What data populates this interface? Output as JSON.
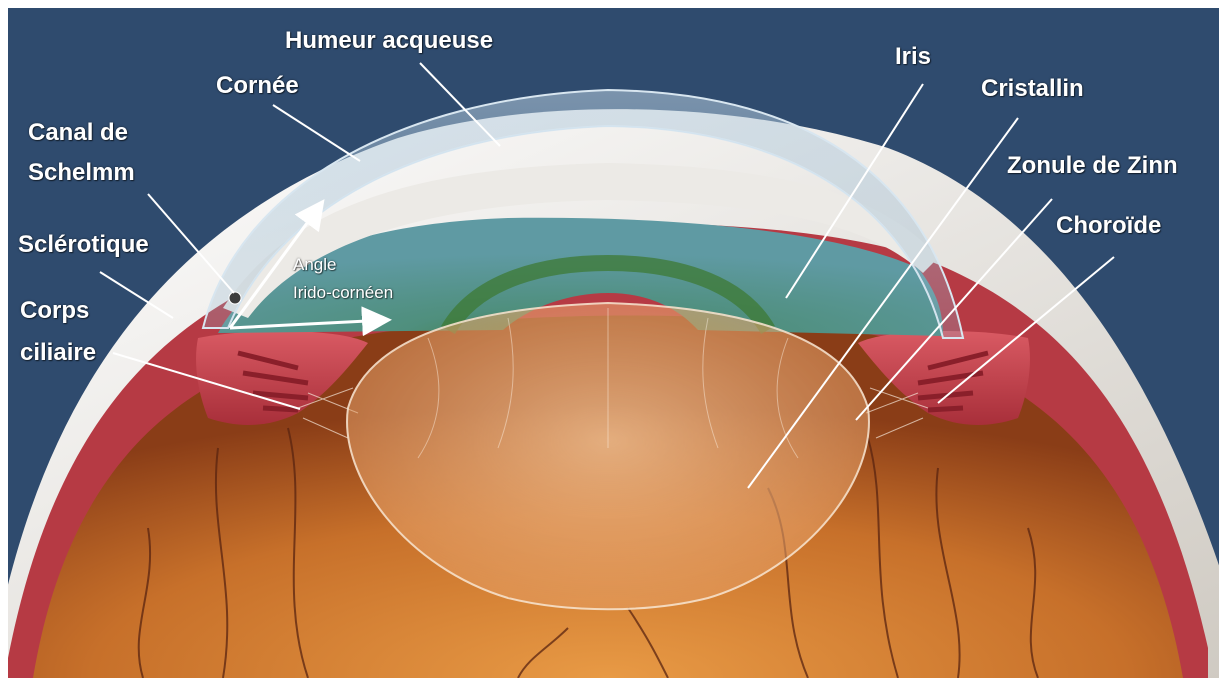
{
  "labels": {
    "humeur": "Humeur acqueuse",
    "cornee": "Cornée",
    "canal_line1": "Canal de",
    "canal_line2": "Schelmm",
    "sclerotique": "Sclérotique",
    "corps_line1": "Corps",
    "corps_line2": "ciliaire",
    "angle_line1": "Angle",
    "angle_line2": "Irido-cornéen",
    "iris": "Iris",
    "cristallin": "Cristallin",
    "zonule": "Zonule de Zinn",
    "choroide": "Choroïde"
  },
  "colors": {
    "background": "#2f4b6e",
    "sclera": "#f2efea",
    "ciliary": "#c8454f",
    "retina": "#c9772a",
    "iris": "#4e8f86",
    "label": "#ffffff"
  }
}
